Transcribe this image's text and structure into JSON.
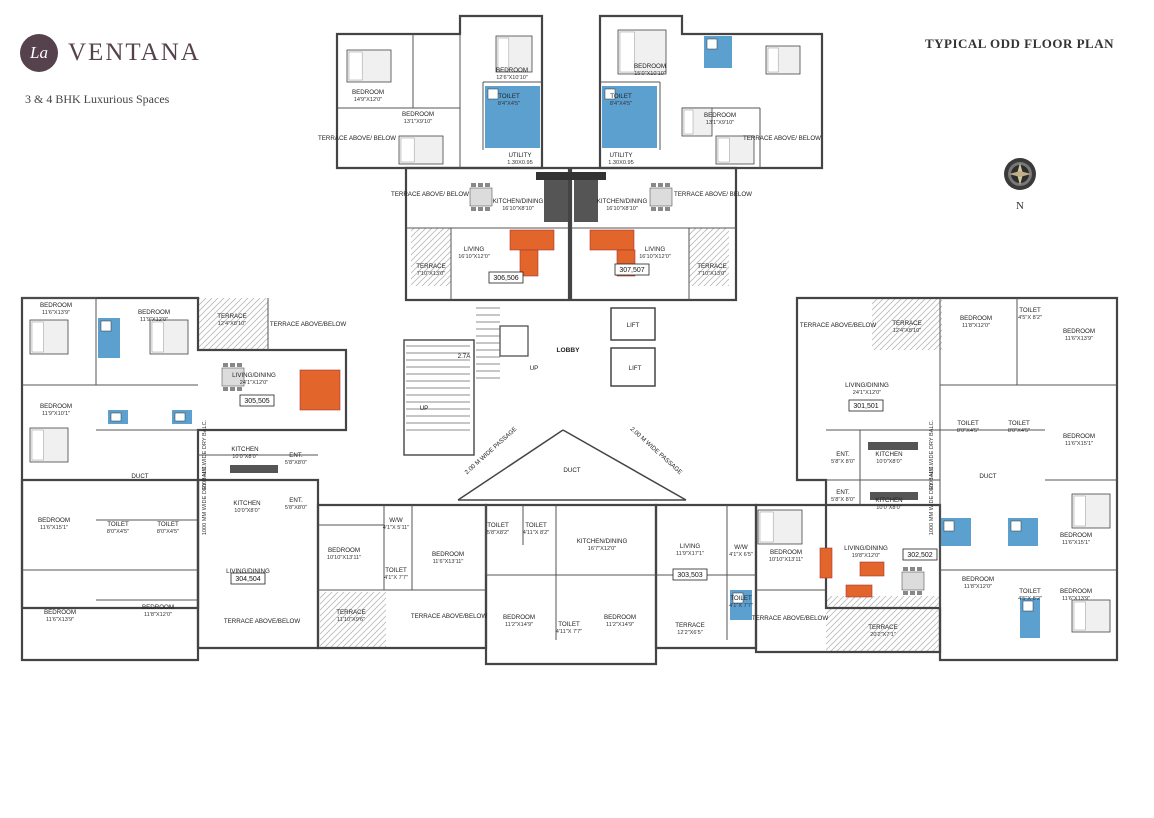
{
  "brand": {
    "logo_mark": "La",
    "logo_word": "VENTANA",
    "tagline": "3 & 4 BHK Luxurious Spaces"
  },
  "title": "TYPICAL ODD FLOOR PLAN",
  "compass": {
    "label": "N",
    "icon": "compass-icon"
  },
  "colors": {
    "wall": "#444444",
    "toilet": "#3f8fc8",
    "sofa": "#e2662b",
    "bed": "#f0f0f0",
    "kitchen": "#555555"
  },
  "labels": {
    "lobby": "LOBBY",
    "lift": "LIFT",
    "duct": "DUCT",
    "up": "UP",
    "passage": "2.00 M WIDE PASSAGE",
    "terrace_ab": "TERRACE ABOVE/ BELOW",
    "terrace_above": "TERRACE ABOVE/BELOW",
    "dry_balc": "1000 MM WIDE DRY BALC."
  },
  "rooms": [
    {
      "id": "t306_bed1",
      "name": "BEDROOM",
      "dim": "14'9\"X12'0\""
    },
    {
      "id": "t306_bed2",
      "name": "BEDROOM",
      "dim": "12'6\"X10'10\""
    },
    {
      "id": "t306_bed3",
      "name": "BEDROOM",
      "dim": "13'1\"X9'10\""
    },
    {
      "id": "t306_toilet",
      "name": "TOILET",
      "dim": "8'4\"X4'5\""
    },
    {
      "id": "t306_utility",
      "name": "UTILITY",
      "dim": "1.30X0.95"
    },
    {
      "id": "t306_kitchen",
      "name": "KITCHEN/DINING",
      "dim": "16'10\"X8'10\""
    },
    {
      "id": "t306_living",
      "name": "LIVING",
      "dim": "16'10\"X12'0\""
    },
    {
      "id": "t306_terrace",
      "name": "TERRACE",
      "dim": "7'10\"X13'0\""
    },
    {
      "id": "t307_bed1",
      "name": "BEDROOM",
      "dim": "15'0\"X10'10\""
    },
    {
      "id": "t307_bed2",
      "name": "BEDROOM",
      "dim": "13'1\"X9'10\""
    },
    {
      "id": "t307_toilet",
      "name": "TOILET",
      "dim": "8'4\"X4'5\""
    },
    {
      "id": "t307_utility",
      "name": "UTILITY",
      "dim": "1.30X0.95"
    },
    {
      "id": "t307_kitchen",
      "name": "KITCHEN/DINING",
      "dim": "16'10\"X8'10\""
    },
    {
      "id": "t307_living",
      "name": "LIVING",
      "dim": "16'10\"X12'0\""
    },
    {
      "id": "t307_terrace",
      "name": "TERRACE",
      "dim": "7'10\"X13'0\""
    },
    {
      "id": "l305_bed1",
      "name": "BEDROOM",
      "dim": "11'6\"X13'9\""
    },
    {
      "id": "l305_bed2",
      "name": "BEDROOM",
      "dim": "11'9\"X12'0\""
    },
    {
      "id": "l305_bed3",
      "name": "BEDROOM",
      "dim": "11'9\"X10'1\""
    },
    {
      "id": "l305_terrace",
      "name": "TERRACE",
      "dim": "12'4\"X8'10\""
    },
    {
      "id": "l305_living",
      "name": "LIVING/DINING",
      "dim": "24'1\"X12'0\""
    },
    {
      "id": "l305_kitchen",
      "name": "KITCHEN",
      "dim": "10'0\"X8'0\""
    },
    {
      "id": "l305_ent",
      "name": "ENT.",
      "dim": "5'8\"X8'0\""
    },
    {
      "id": "l304_bed1",
      "name": "BEDROOM",
      "dim": "11'6\"X15'1\""
    },
    {
      "id": "l304_bed2",
      "name": "BEDROOM",
      "dim": "11'6\"X13'9\""
    },
    {
      "id": "l304_bed3",
      "name": "BEDROOM",
      "dim": "11'8\"X12'0\""
    },
    {
      "id": "l304_toilet1",
      "name": "TOILET",
      "dim": "8'0\"X4'5\""
    },
    {
      "id": "l304_toilet2",
      "name": "TOILET",
      "dim": "8'0\"X4'5\""
    },
    {
      "id": "l304_kitchen",
      "name": "KITCHEN",
      "dim": "10'0\"X8'0\""
    },
    {
      "id": "l304_ent",
      "name": "ENT.",
      "dim": "5'8\"X8'0\""
    },
    {
      "id": "l304_living",
      "name": "LIVING/DINING",
      "dim": "19'8\"X12'0\""
    },
    {
      "id": "b_bed_a",
      "name": "BEDROOM",
      "dim": "10'10\"X13'11\""
    },
    {
      "id": "b_ww",
      "name": "W/W",
      "dim": "4'1\"X 5'11\""
    },
    {
      "id": "b_toilet_a",
      "name": "TOILET",
      "dim": "4'1\"X 7'7\""
    },
    {
      "id": "b_terrace_a",
      "name": "TERRACE",
      "dim": "11'10\"X9'6\""
    },
    {
      "id": "b_bed_b",
      "name": "BEDROOM",
      "dim": "11'6\"X13'11\""
    },
    {
      "id": "b_toilet_b",
      "name": "TOILET",
      "dim": "5'8\"X8'2\""
    },
    {
      "id": "b_toilet_c",
      "name": "TOILET",
      "dim": "4'11\"X 8'2\""
    },
    {
      "id": "b_kitchen",
      "name": "KITCHEN/DINING",
      "dim": "16'7\"X12'0\""
    },
    {
      "id": "b_bed_c",
      "name": "BEDROOM",
      "dim": "11'2\"X14'9\""
    },
    {
      "id": "b_toilet_d",
      "name": "TOILET",
      "dim": "4'11\"X 7'7\""
    },
    {
      "id": "b_bed_d",
      "name": "BEDROOM",
      "dim": "11'2\"X14'9\""
    },
    {
      "id": "b_living",
      "name": "LIVING",
      "dim": "11'9\"X17'1\""
    },
    {
      "id": "b_terrace_b",
      "name": "TERRACE",
      "dim": "12'2\"X6'5\""
    },
    {
      "id": "r301_terrace",
      "name": "TERRACE",
      "dim": "12'4\"X8'10\""
    },
    {
      "id": "r301_living",
      "name": "LIVING/DINING",
      "dim": "24'1\"X12'0\""
    },
    {
      "id": "r301_bed1",
      "name": "BEDROOM",
      "dim": "11'8\"X12'0\""
    },
    {
      "id": "r301_toilet",
      "name": "TOILET",
      "dim": "4'5\"X 8'2\""
    },
    {
      "id": "r301_bed2",
      "name": "BEDROOM",
      "dim": "11'6\"X13'9\""
    },
    {
      "id": "r301_toilet2",
      "name": "TOILET",
      "dim": "8'0\"X4'5\""
    },
    {
      "id": "r301_toilet3",
      "name": "TOILET",
      "dim": "8'0\"X4'5\""
    },
    {
      "id": "r301_bed3",
      "name": "BEDROOM",
      "dim": "11'6\"X15'1\""
    },
    {
      "id": "r301_ent",
      "name": "ENT.",
      "dim": "5'8\"X 8'0\""
    },
    {
      "id": "r301_kitchen",
      "name": "KITCHEN",
      "dim": "10'0\"X8'0\""
    },
    {
      "id": "r302_ent",
      "name": "ENT.",
      "dim": "5'8\"X 8'0\""
    },
    {
      "id": "r302_kitchen",
      "name": "KITCHEN",
      "dim": "10'0\"X8'0\""
    },
    {
      "id": "r302_bed1",
      "name": "BEDROOM",
      "dim": "10'10\"X13'11\""
    },
    {
      "id": "r302_ww",
      "name": "W/W",
      "dim": "4'1\"X 6'5\""
    },
    {
      "id": "r302_toilet",
      "name": "TOILET",
      "dim": "4'1\"X 7'7\""
    },
    {
      "id": "r302_living",
      "name": "LIVING/DINING",
      "dim": "19'8\"X12'0\""
    },
    {
      "id": "r302_terrace",
      "name": "TERRACE",
      "dim": "20'2\"X7'1\""
    },
    {
      "id": "r302_bed2",
      "name": "BEDROOM",
      "dim": "11'8\"X12'0\""
    },
    {
      "id": "r302_toilet2",
      "name": "TOILET",
      "dim": "4'5\"X 8'2\""
    },
    {
      "id": "r302_bed3",
      "name": "BEDROOM",
      "dim": "11'6\"X13'9\""
    },
    {
      "id": "r302_bed4",
      "name": "BEDROOM",
      "dim": "11'6\"X15'1\""
    }
  ],
  "units": [
    "306,506",
    "307,507",
    "305,505",
    "304,504",
    "303,503",
    "301,501",
    "302,502"
  ],
  "stair_label": "2.7A"
}
